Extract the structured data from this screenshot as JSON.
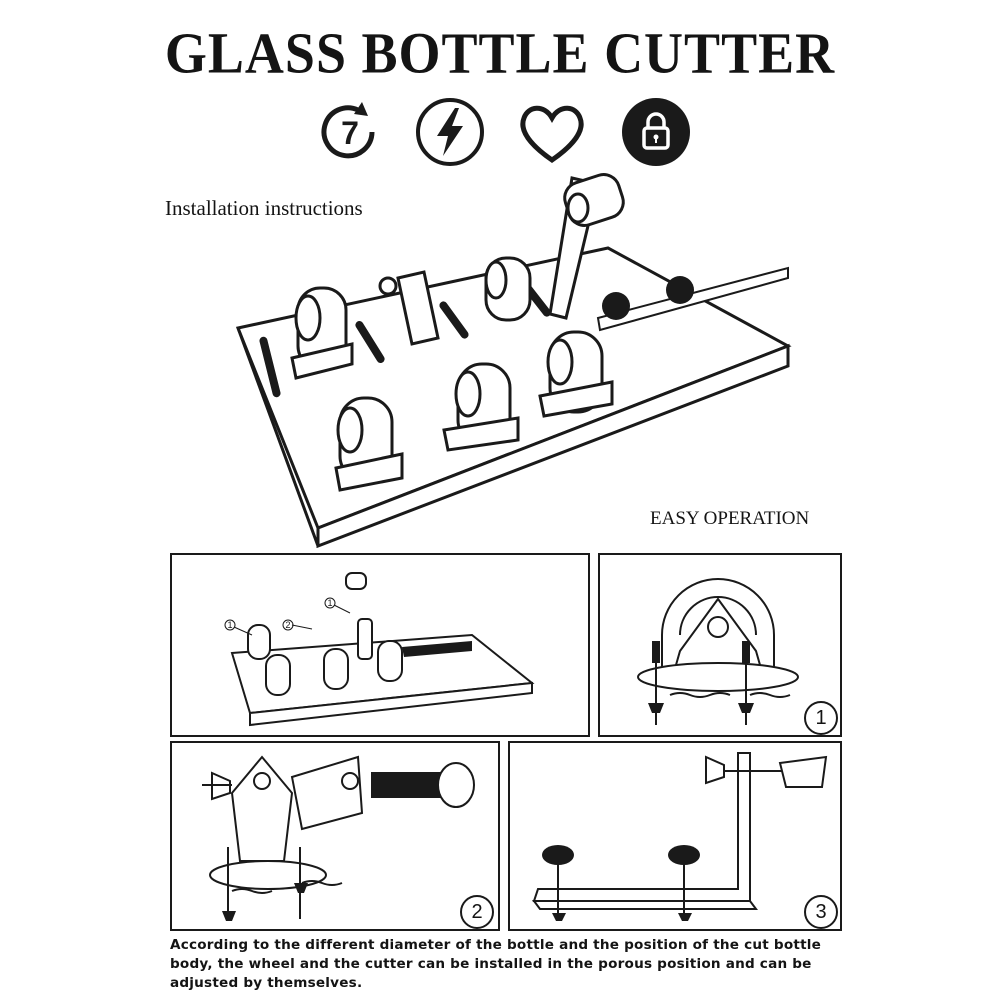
{
  "header": {
    "title": "GLASS BOTTLE CUTTER",
    "badges": [
      {
        "icon": "seven-day-return-icon",
        "text": "7"
      },
      {
        "icon": "lightning-icon"
      },
      {
        "icon": "heart-icon"
      },
      {
        "icon": "lock-icon"
      }
    ]
  },
  "sections": {
    "installation_label": "Installation instructions",
    "operation_label": "EASY OPERATION"
  },
  "panels": {
    "overview_callouts": [
      "1",
      "2",
      "1"
    ],
    "step1": "1",
    "step2": "2",
    "step3": "3"
  },
  "caption": "According to the different diameter of the bottle and the position of the cut bottle body, the wheel and the cutter can be installed in the porous position and can be adjusted by themselves."
}
